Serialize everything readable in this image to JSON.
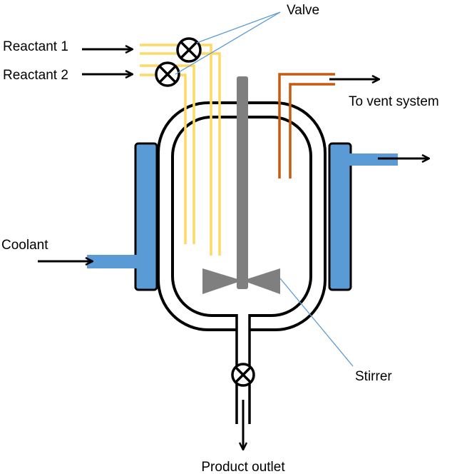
{
  "labels": {
    "valve": "Valve",
    "reactant_1": "Reactant 1",
    "reactant_2": "Reactant 2",
    "vent": "To vent system",
    "coolant": "Coolant",
    "stirrer": "Stirrer",
    "product_outlet": "Product outlet"
  },
  "colors": {
    "feed_lines": "#ffd966",
    "vent_pipe": "#c55a11",
    "cooling_jacket": "#5b9bd5",
    "stirrer": "#7f7f7f",
    "leader_lines": "#5b9bd5",
    "outline": "#000000"
  }
}
